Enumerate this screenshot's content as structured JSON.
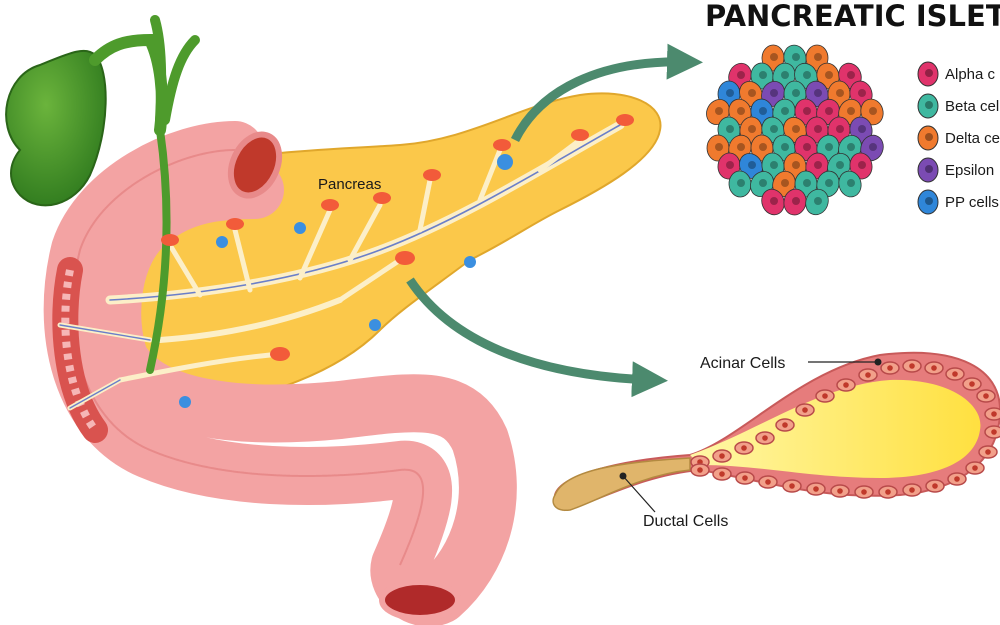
{
  "title": "PANCREATIC ISLET",
  "labels": {
    "pancreas": "Pancreas",
    "acinar": "Acinar Cells",
    "ductal": "Ductal Cells"
  },
  "legend": [
    {
      "label": "Alpha c",
      "color": "#e0336b",
      "icon": "alpha-cell-icon"
    },
    {
      "label": "Beta cel",
      "color": "#3fb8a0",
      "icon": "beta-cell-icon"
    },
    {
      "label": "Delta ce",
      "color": "#f07a2e",
      "icon": "delta-cell-icon"
    },
    {
      "label": "Epsilon",
      "color": "#7b4bb3",
      "icon": "epsilon-cell-icon"
    },
    {
      "label": "PP cells",
      "color": "#2f86d9",
      "icon": "pp-cell-icon"
    }
  ],
  "colors": {
    "pancreas": "#fbc84a",
    "duodenum": "#f3a3a3",
    "gallbladder": "#4e9b2c",
    "arrow": "#4c8a6e",
    "duct": "#fcefc8"
  }
}
